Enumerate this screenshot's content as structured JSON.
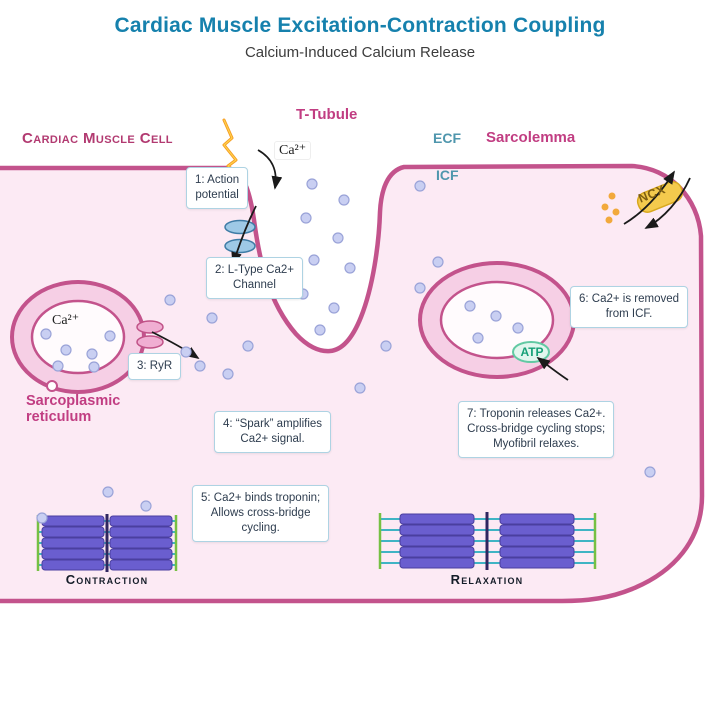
{
  "title": "Cardiac Muscle Excitation-Contraction Coupling",
  "subtitle": "Calcium-Induced Calcium Release",
  "labels": {
    "cell": "Cardiac Muscle Cell",
    "t_tubule": "T-Tubule",
    "ecf": "ECF",
    "icf": "ICF",
    "sarcolemma": "Sarcolemma",
    "sarcoplasmic_reticulum": "Sarcoplasmic\nreticulum",
    "calcium_extracellular": "Ca²⁺",
    "calcium_sr": "Ca²⁺",
    "ncx": "NCX",
    "atp": "ATP",
    "contraction": "Contraction",
    "relaxation": "Relaxation"
  },
  "steps": [
    {
      "text": "1: Action\npotential"
    },
    {
      "text": "2: L-Type Ca2+\nChannel"
    },
    {
      "text": "3: RyR"
    },
    {
      "text": "4: “Spark” amplifies\nCa2+ signal."
    },
    {
      "text": "5: Ca2+ binds troponin;\nAllows cross-bridge\ncycling."
    },
    {
      "text": "6: Ca2+ is removed\nfrom ICF."
    },
    {
      "text": "7: Troponin releases Ca2+.\nCross-bridge cycling stops;\nMyofibril relaxes."
    }
  ],
  "colors": {
    "title": "#1681ad",
    "label_magenta": "#c13d82",
    "membrane": "#c3538c",
    "cell_fill": "#fceaf4",
    "ecf_icf": "#4f96ad",
    "ncx_yellow": "#f4ca4d",
    "atp_green": "#17a077",
    "ion_fill": "#c9cff2",
    "myosin_purple": "#6a5ecf",
    "actin_teal": "#3fb4c4",
    "z_disc_green": "#76c043"
  }
}
